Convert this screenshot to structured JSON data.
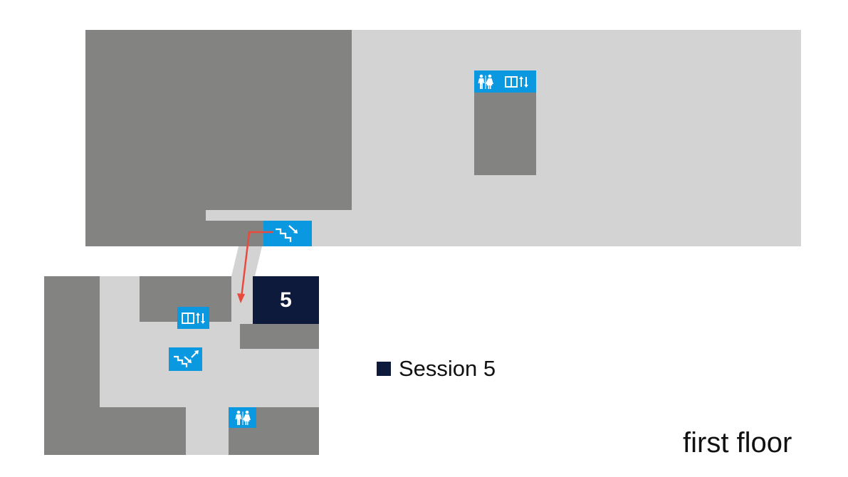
{
  "colors": {
    "building": "#838382",
    "corridor": "#d3d3d3",
    "icon_blue": "#0a99e0",
    "room_navy": "#0d1a3b",
    "route_red": "#e84a3c"
  },
  "map": {
    "rooms": [
      {
        "id": "5",
        "label": "5",
        "color": "#0d1a3b"
      }
    ],
    "icons": [
      {
        "name": "restroom-icon",
        "zone": "north-building"
      },
      {
        "name": "elevator-icon",
        "zone": "north-building"
      },
      {
        "name": "stairs-down-icon",
        "zone": "connector"
      },
      {
        "name": "elevator-icon",
        "zone": "south-building"
      },
      {
        "name": "escalator-icon",
        "zone": "south-building"
      },
      {
        "name": "restroom-icon",
        "zone": "south-building"
      }
    ],
    "route": {
      "from": "stairs",
      "to": "room 5",
      "color": "#e84a3c"
    }
  },
  "legend": {
    "items": [
      {
        "label": "Session 5",
        "color": "#0d1a3b"
      }
    ]
  },
  "floor_label": "first floor"
}
